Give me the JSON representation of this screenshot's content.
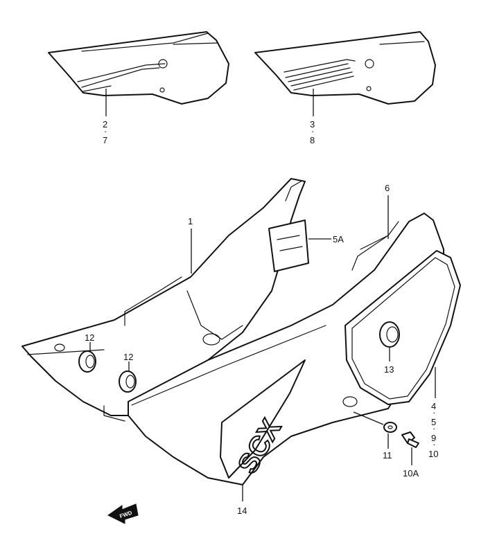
{
  "callouts": {
    "c2": "2",
    "c7": "7",
    "c3": "3",
    "c8": "8",
    "c1": "1",
    "c5a": "5A",
    "c6": "6",
    "c12a": "12",
    "c12b": "12",
    "c13": "13",
    "c4": "4",
    "c5": "5",
    "c9": "9",
    "c10": "10",
    "c11": "11",
    "c10a": "10A",
    "c14": "14"
  },
  "arrow": {
    "label": "FWD"
  },
  "logo": {
    "text": "SCX"
  }
}
